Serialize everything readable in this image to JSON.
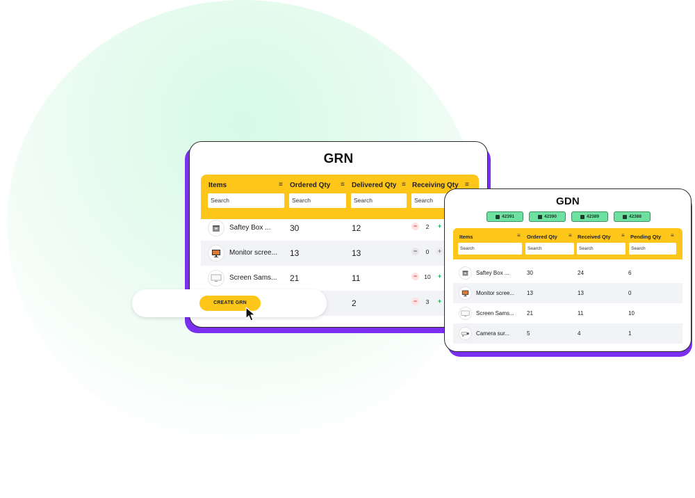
{
  "grn": {
    "title": "GRN",
    "columns": [
      "Items",
      "Ordered Qty",
      "Delivered Qty",
      "Receiving Qty"
    ],
    "search_placeholder": "Search",
    "rows": [
      {
        "item": "Saftey Box ...",
        "icon": "safety-box-icon",
        "ordered": "30",
        "delivered": "12",
        "receiving": "2"
      },
      {
        "item": "Monitor scree...",
        "icon": "monitor-icon",
        "ordered": "13",
        "delivered": "13",
        "receiving": "0"
      },
      {
        "item": "Screen Sams...",
        "icon": "screen-icon",
        "ordered": "21",
        "delivered": "11",
        "receiving": "10"
      },
      {
        "item": "",
        "icon": "",
        "ordered": "",
        "delivered": "2",
        "receiving": "3"
      }
    ],
    "create_button": "CREATE GRN"
  },
  "gdn": {
    "title": "GDN",
    "tags": [
      "42391",
      "42390",
      "42389",
      "42388"
    ],
    "columns": [
      "Items",
      "Ordered Qty",
      "Received Qty",
      "Pending Qty"
    ],
    "search_placeholder": "Search",
    "rows": [
      {
        "item": "Saftey Box ...",
        "icon": "safety-box-icon",
        "ordered": "30",
        "received": "24",
        "pending": "6"
      },
      {
        "item": "Monitor scree...",
        "icon": "monitor-icon",
        "ordered": "13",
        "received": "13",
        "pending": "0"
      },
      {
        "item": "Screen Sams...",
        "icon": "screen-icon",
        "ordered": "21",
        "received": "11",
        "pending": "10"
      },
      {
        "item": "Camera sur...",
        "icon": "camera-icon",
        "ordered": "5",
        "received": "4",
        "pending": "1"
      }
    ]
  },
  "colors": {
    "accent_yellow": "#ffc61a",
    "shadow_purple": "#7b2ff0",
    "tag_green": "#6ee0a0"
  }
}
